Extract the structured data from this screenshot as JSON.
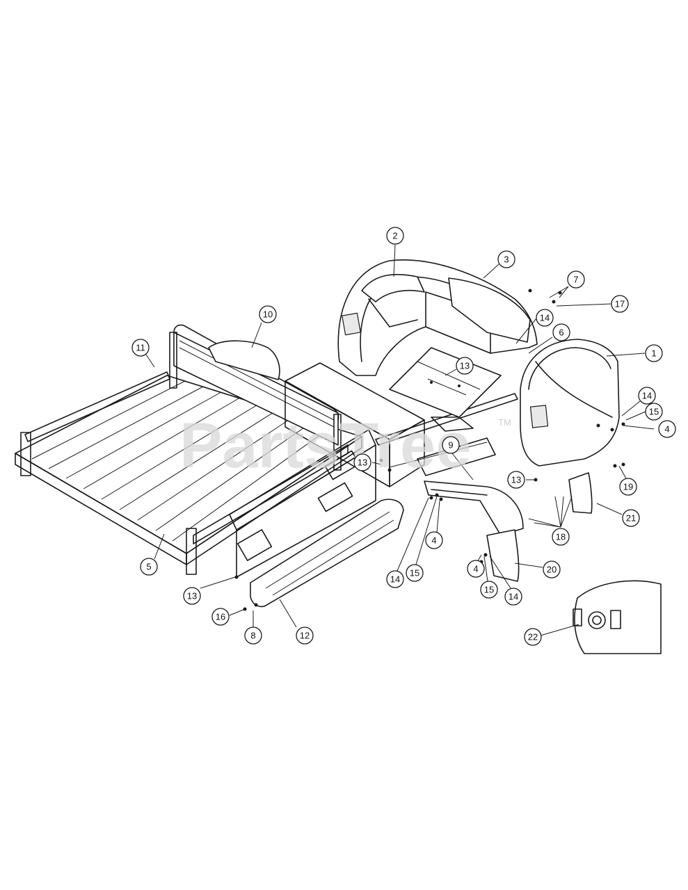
{
  "watermark": {
    "text": "PartsTree",
    "trademark": "TM"
  },
  "callouts": [
    {
      "label": "1"
    },
    {
      "label": "2"
    },
    {
      "label": "3"
    },
    {
      "label": "4"
    },
    {
      "label": "4"
    },
    {
      "label": "4"
    },
    {
      "label": "5"
    },
    {
      "label": "6"
    },
    {
      "label": "7"
    },
    {
      "label": "8"
    },
    {
      "label": "9"
    },
    {
      "label": "10"
    },
    {
      "label": "11"
    },
    {
      "label": "12"
    },
    {
      "label": "13"
    },
    {
      "label": "13"
    },
    {
      "label": "13"
    },
    {
      "label": "13"
    },
    {
      "label": "14"
    },
    {
      "label": "14"
    },
    {
      "label": "14"
    },
    {
      "label": "14"
    },
    {
      "label": "15"
    },
    {
      "label": "15"
    },
    {
      "label": "15"
    },
    {
      "label": "16"
    },
    {
      "label": "17"
    },
    {
      "label": "18"
    },
    {
      "label": "19"
    },
    {
      "label": "20"
    },
    {
      "label": "21"
    },
    {
      "label": "22"
    }
  ]
}
